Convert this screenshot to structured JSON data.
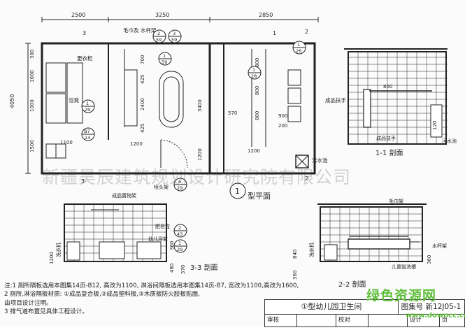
{
  "drawing": {
    "dims_top": [
      "2500",
      "3250",
      "2850"
    ],
    "dim_left_total": "4050",
    "dims_left": [
      "300",
      "1000",
      "1000",
      "1500"
    ],
    "dims_center": [
      "700",
      "425",
      "2400",
      "425",
      "3400",
      "1200"
    ],
    "dims_right": [
      "800",
      "800",
      "800",
      "900",
      "570",
      "200"
    ],
    "dim_bottom_left": "1200",
    "dim_bottom_right": "1200",
    "dim_1100": "1100",
    "labels": {
      "wardrobe": "更衣柜",
      "bath_stool": "浴凳",
      "towel_rack": "毛巾及\n水杯架",
      "handrail": "成品扶手",
      "drain": "污水池",
      "plan_title": "型平面",
      "plan_num": "1",
      "sec11": "1-1 剖面",
      "sec22": "2-2 剖面",
      "sec33": "3-3 剖面",
      "shelf": "成品置物架",
      "shower": "喷头架",
      "soap_box": "肥皂盒",
      "child_tub": "幼儿浴盆",
      "washer": "洗衣机",
      "towel": "毛巾架",
      "cup_rack": "水杯架",
      "trough": "儿童盥洗槽",
      "handrail2": "成品扶手",
      "drain2": "污水池",
      "sec_marks": [
        "3",
        "3",
        "2",
        "2",
        "1"
      ]
    },
    "refs": [
      {
        "top": "2",
        "bot": "59"
      },
      {
        "top": "3",
        "bot": "59"
      },
      {
        "top": "1",
        "bot": "59"
      },
      {
        "top": "1",
        "bot": "29"
      },
      {
        "top": "B7",
        "bot": "14"
      },
      {
        "top": "1",
        "bot": "26"
      },
      {
        "top": "1",
        "bot": "28"
      },
      {
        "top": "A",
        "bot": "29"
      },
      {
        "top": "2",
        "bot": "43"
      },
      {
        "top": "1",
        "bot": "29"
      }
    ],
    "sec_dims": [
      "1200",
      "360",
      "1200",
      "480",
      "370",
      "840",
      "360",
      "360",
      "120"
    ]
  },
  "notes": [
    "注:1 厕所隔板选用本图集14页-B12, 高改为1100, 淋浴间隔板选用本图集14页-B7, 宽改为1100,高改为1600,",
    "  2 厕所,淋浴隔板材质: ①成品复合板,②成品塑料板,③木质板防火胶板贴面,",
    "    由项目设计注明。",
    "  3 排气道布置见具体工程设计。"
  ],
  "watermark": "新疆昊辰建筑规划设计研究院有限公司",
  "title_block": {
    "title": "①型幼儿园卫生间",
    "atlas_label": "图集号",
    "atlas_no": "新12J05-1",
    "row": [
      "审核",
      "校对",
      "设计",
      "页"
    ]
  },
  "logo": {
    "main": "绿色资源网",
    "url": "www.downcc.com"
  }
}
